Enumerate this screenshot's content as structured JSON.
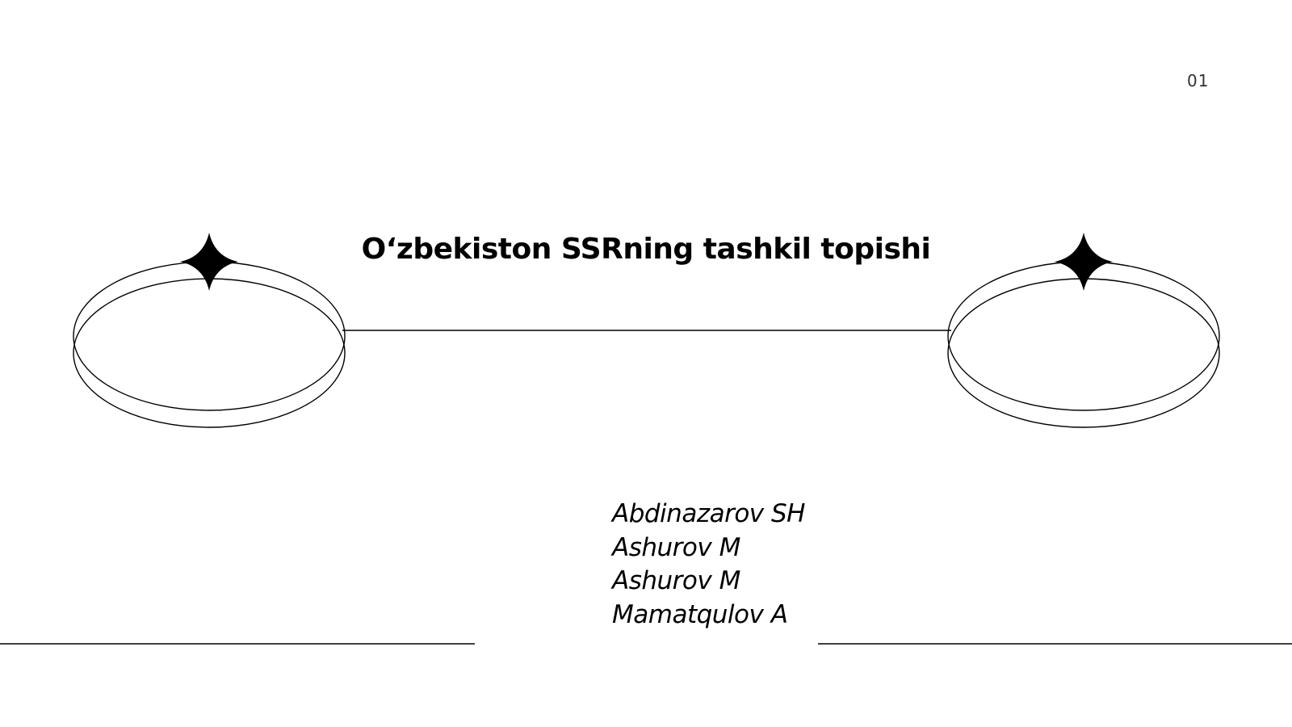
{
  "slide": {
    "page_number": "01",
    "title": "O‘zbekiston SSRning tashkil topishi",
    "authors": [
      "Abdinazarov SH",
      "Ashurov M",
      "Ashurov M",
      "Mamatqulov A"
    ]
  },
  "icons": {
    "left_star": "four-point-star-icon",
    "right_star": "four-point-star-icon"
  },
  "colors": {
    "ink": "#000000",
    "page_number": "#333333",
    "background": "#ffffff"
  }
}
